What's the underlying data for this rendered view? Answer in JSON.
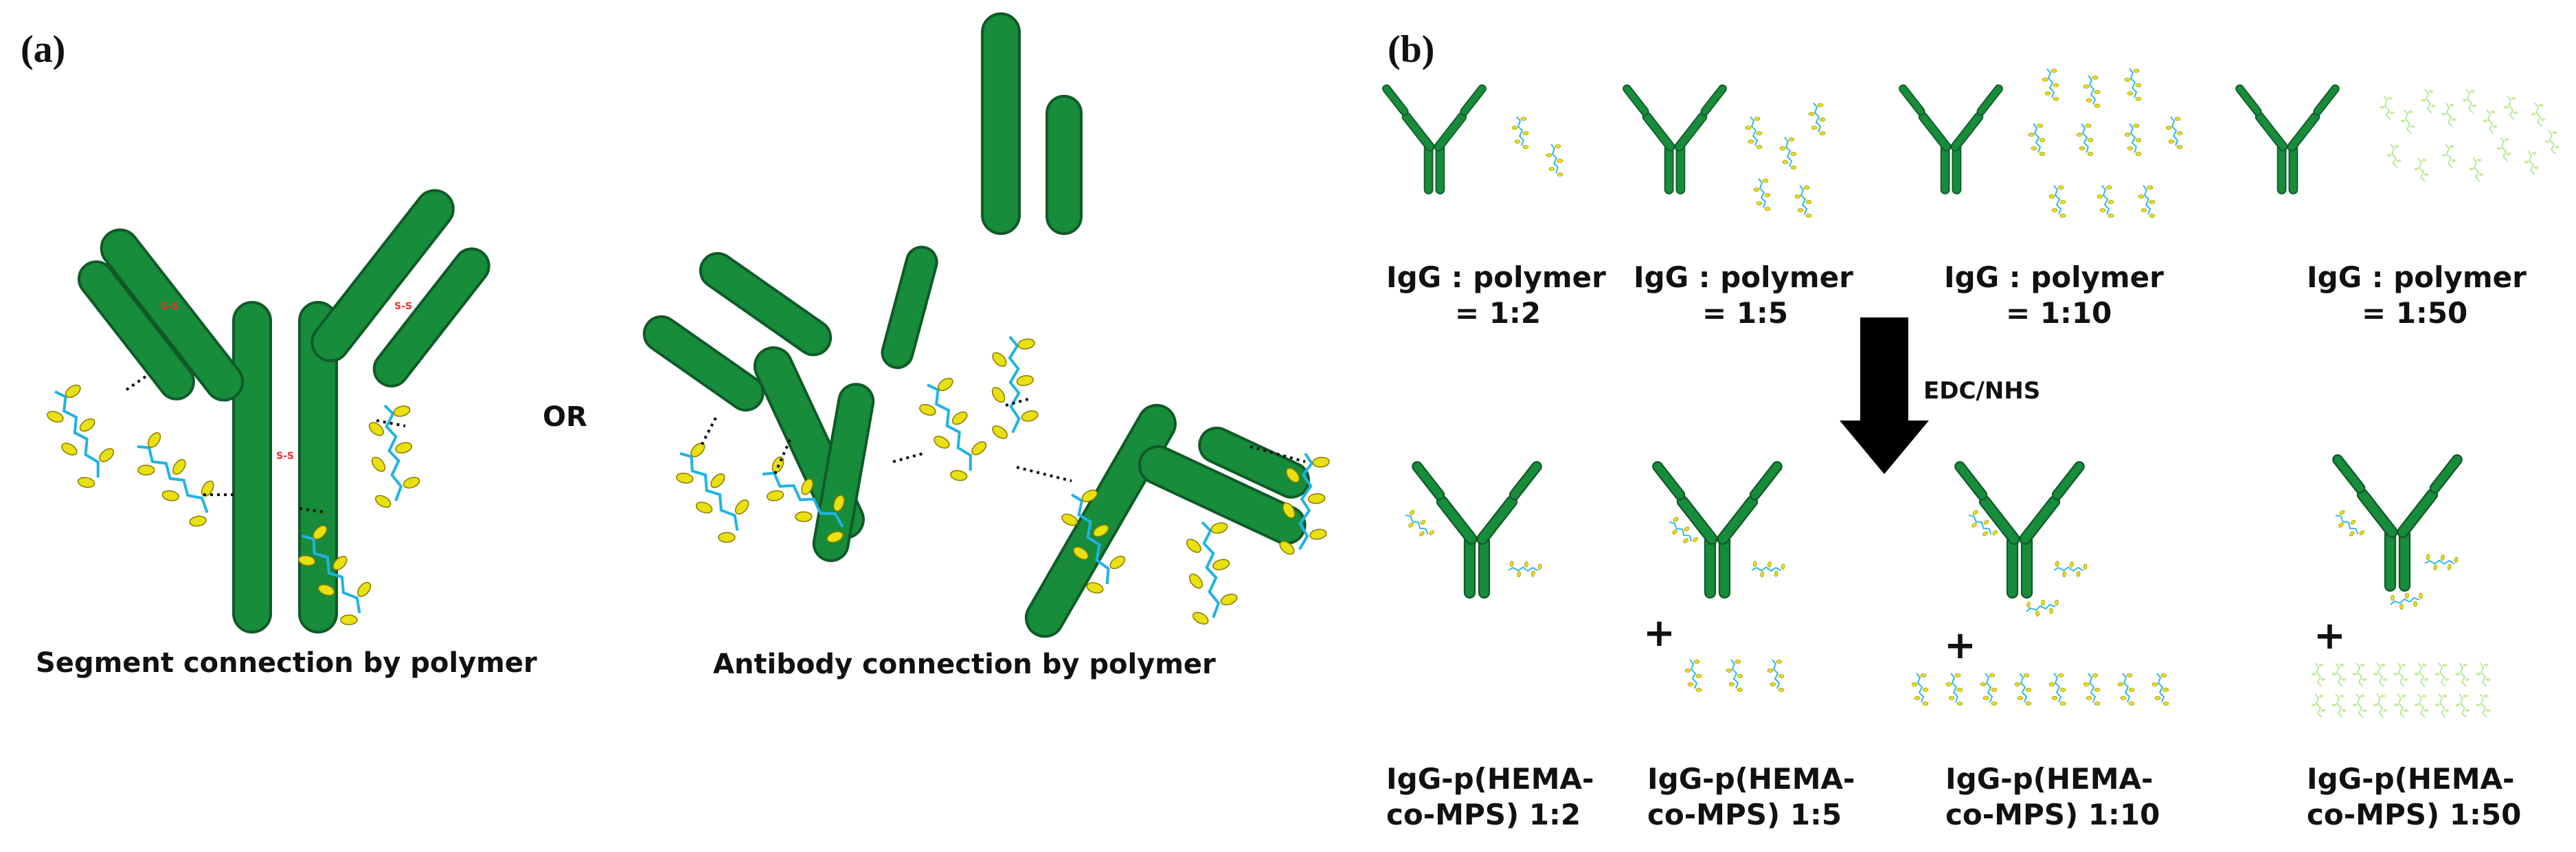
{
  "panels": {
    "a": "(a)",
    "b": "(b)"
  },
  "colors": {
    "antibody": "#178c3b",
    "antibody_stroke": "#0f5a28",
    "polymer": "#1fb3e6",
    "side_group": "#e8e010",
    "side_group_stroke": "#8a7a00",
    "disulfide": "#ff2a2a",
    "faded_polymer": "#a8e68a",
    "arrow": "#000000"
  },
  "panel_a": {
    "segment_caption": "Segment connection by polymer",
    "or_label": "OR",
    "antibody_caption": "Antibody connection by polymer",
    "disulfide_label": "S-S"
  },
  "panel_b": {
    "ratios": [
      {
        "line1": "IgG : polymer",
        "line2": "= 1:2"
      },
      {
        "line1": "IgG : polymer",
        "line2": "= 1:5"
      },
      {
        "line1": "IgG : polymer",
        "line2": "= 1:10"
      },
      {
        "line1": "IgG : polymer",
        "line2": "= 1:50"
      }
    ],
    "reagent": "EDC/NHS",
    "plus": "+",
    "products": [
      {
        "line1": "IgG-p(HEMA-",
        "line2": "co-MPS) 1:2"
      },
      {
        "line1": "IgG-p(HEMA-",
        "line2": "co-MPS) 1:5"
      },
      {
        "line1": "IgG-p(HEMA-",
        "line2": "co-MPS) 1:10"
      },
      {
        "line1": "IgG-p(HEMA-",
        "line2": "co-MPS) 1:50"
      }
    ]
  }
}
